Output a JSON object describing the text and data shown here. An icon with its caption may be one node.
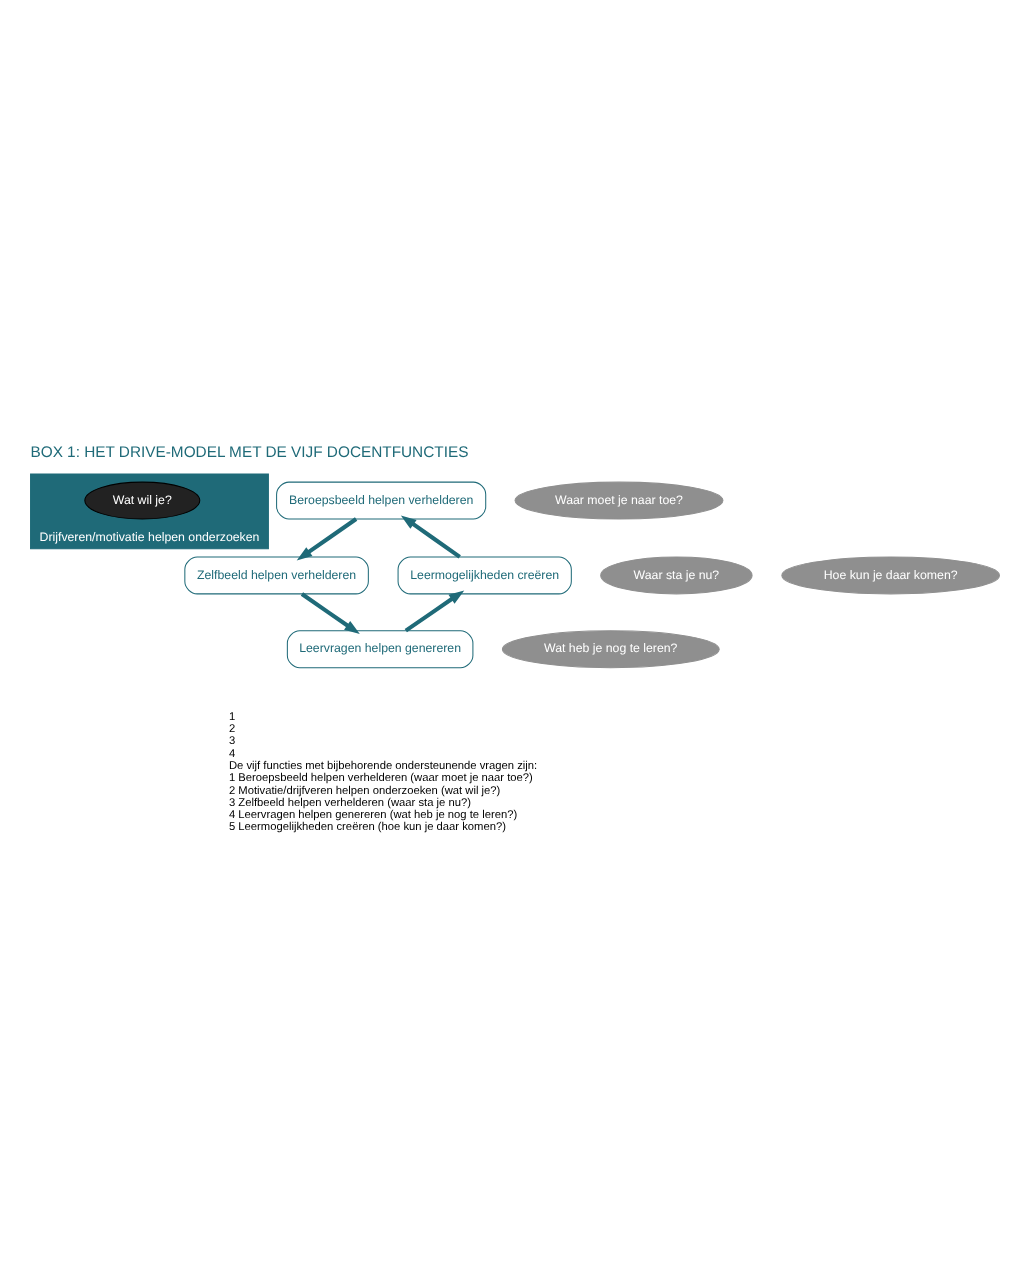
{
  "diagram": {
    "title": "BOX 1: HET DRIVE-MODEL MET DE VIJF DOCENTFUNCTIES",
    "nodes": [
      {
        "text": [
          "Drijfveren/motivatie helpen onderzoeken"
        ]
      },
      {
        "text": [
          "Wat wil je?"
        ],
        "in": 0
      },
      {
        "text": [
          "Beroepsbeeld helpen verhelderen"
        ]
      },
      {
        "text": [
          "Waar moet je naar toe?"
        ]
      },
      {
        "text": [
          "Zelfbeeld helpen verhelderen"
        ]
      },
      {
        "text": [
          "Waar sta je nu?"
        ]
      },
      {
        "text": [
          "Leervragen helpen genereren"
        ]
      },
      {
        "text": [
          "Wat heb je nog te leren?"
        ]
      },
      {
        "text": [
          "Leermogelijkheden creëren"
        ]
      },
      {
        "text": [
          "Hoe kun je daar komen?"
        ]
      }
    ],
    "edges": [
      {
        "from": 2,
        "to": 4,
        "arrow": "to"
      },
      {
        "from": 4,
        "to": 6,
        "arrow": "to"
      },
      {
        "from": 6,
        "to": 8,
        "arrow": "to"
      },
      {
        "from": 8,
        "to": 2,
        "arrow": "to"
      }
    ],
    "labels": [
      "1",
      "2",
      "3",
      "4",
      "De vijf functies met bijbehorende ondersteunende vragen zijn:",
      "1 Beroepsbeeld helpen verhelderen (waar moet je naar toe?)",
      "2 Motivatie/drijfveren helpen onderzoeken (wat wil je?)",
      "3 Zelfbeeld helpen verhelderen (waar sta je nu?)",
      "4 Leervragen helpen genereren (wat heb je nog te leren?)",
      "5 Leermogelijkheden creëren (hoe kun je daar komen?)"
    ]
  }
}
